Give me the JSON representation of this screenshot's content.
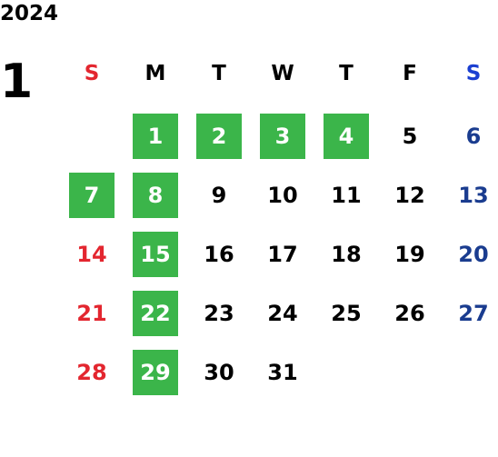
{
  "calendar": {
    "year": "2024",
    "month": "1",
    "weekdays": [
      "S",
      "M",
      "T",
      "W",
      "T",
      "F",
      "S"
    ],
    "weekday_colors": [
      "#e3262f",
      "#000000",
      "#000000",
      "#000000",
      "#000000",
      "#000000",
      "#1b3fd1"
    ],
    "start_weekday": 1,
    "days_in_month": 31,
    "highlighted_days": [
      1,
      2,
      3,
      4,
      7,
      8,
      15,
      22,
      29
    ],
    "highlight_color": "#3bb54a",
    "sunday_text_color": "#e3262f",
    "saturday_text_color": "#1a3c8f",
    "weekday_text_color": "#000000",
    "highlight_text_color": "#ffffff"
  }
}
